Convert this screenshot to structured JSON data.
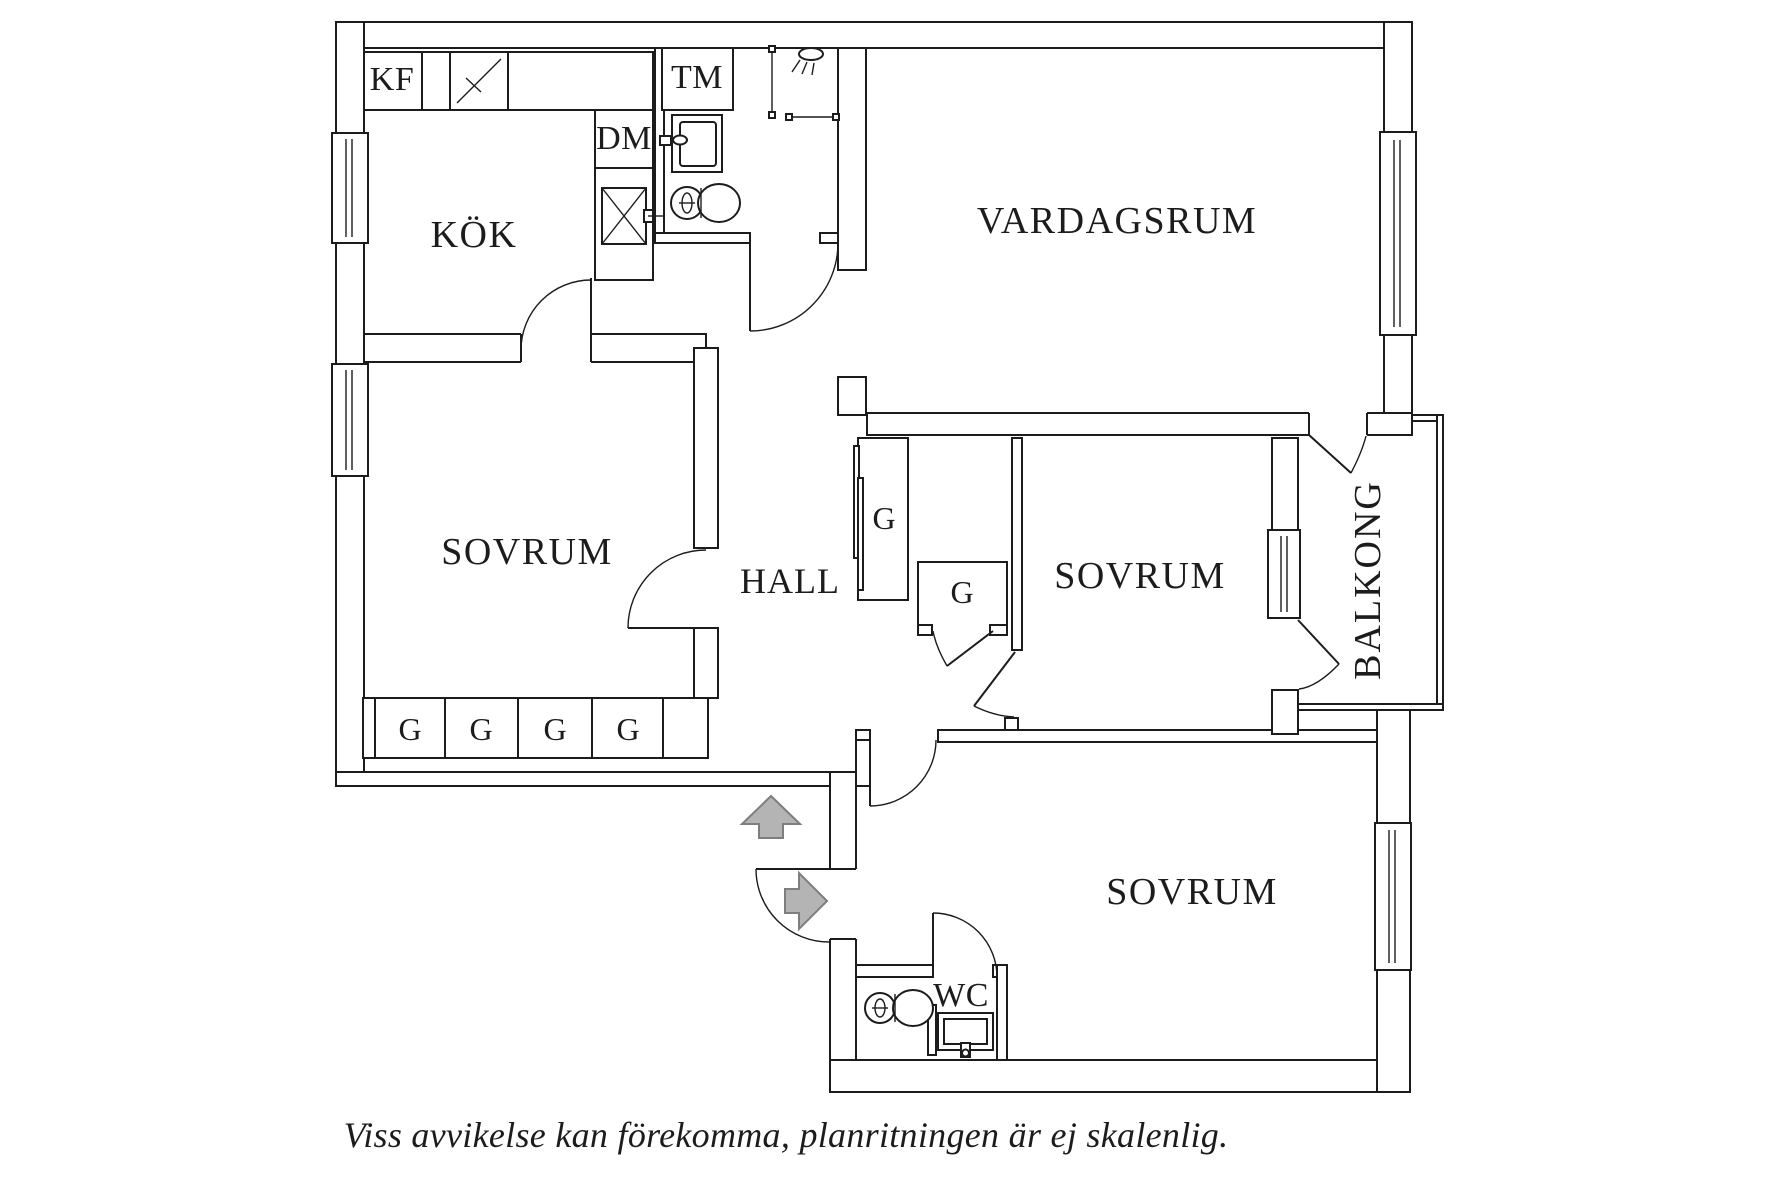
{
  "plan": {
    "background": "#ffffff",
    "line_color": "#1c1c1c",
    "arrow_fill": "#b4b4b4",
    "arrow_stroke": "#7e7e7e",
    "labels": {
      "kitchen": "KÖK",
      "living_room": "VARDAGSRUM",
      "bedroom_left": "SOVRUM",
      "bedroom_middle": "SOVRUM",
      "bedroom_bottom": "SOVRUM",
      "hall": "HALL",
      "balcony": "BALKONG",
      "wc": "WC",
      "fridge_freezer": "KF",
      "washing_machine": "TM",
      "dishwasher": "DM"
    },
    "wardrobes": [
      "G",
      "G",
      "G",
      "G",
      "G",
      "G"
    ],
    "caption": "Viss avvikelse kan förekomma, planritningen är ej skalenlig."
  }
}
